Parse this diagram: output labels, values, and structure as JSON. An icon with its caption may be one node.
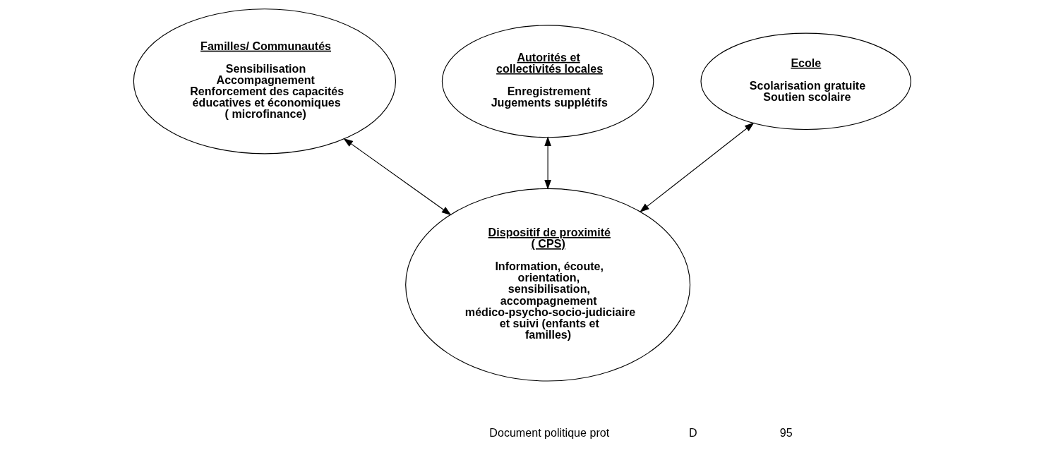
{
  "diagram": {
    "nodes": [
      {
        "text": [
          "Familles/ Communautés",
          "Sensibilisation",
          "Accompagnement",
          "Renforcement des capacités éducatives et économiques",
          "( microfinance)"
        ]
      },
      {
        "text": [
          "Autorités et collectivités locales",
          "Enregistrement",
          "Jugements supplétifs"
        ]
      },
      {
        "text": [
          "Ecole",
          "Scolarisation gratuite",
          "Soutien scolaire"
        ]
      },
      {
        "text": [
          "Dispositif de proximité ( CPS)",
          "Information, écoute, orientation, sensibilisation, accompagnement médico-psycho-socio-judiciaire et suivi (enfants et familles)"
        ]
      }
    ],
    "edges": [
      {
        "from": 0,
        "to": 3,
        "arrow": "both"
      },
      {
        "from": 1,
        "to": 3,
        "arrow": "both"
      },
      {
        "from": 2,
        "to": 3,
        "arrow": "both"
      }
    ],
    "labels": [
      "Document politique prot",
      "D",
      "95"
    ]
  }
}
